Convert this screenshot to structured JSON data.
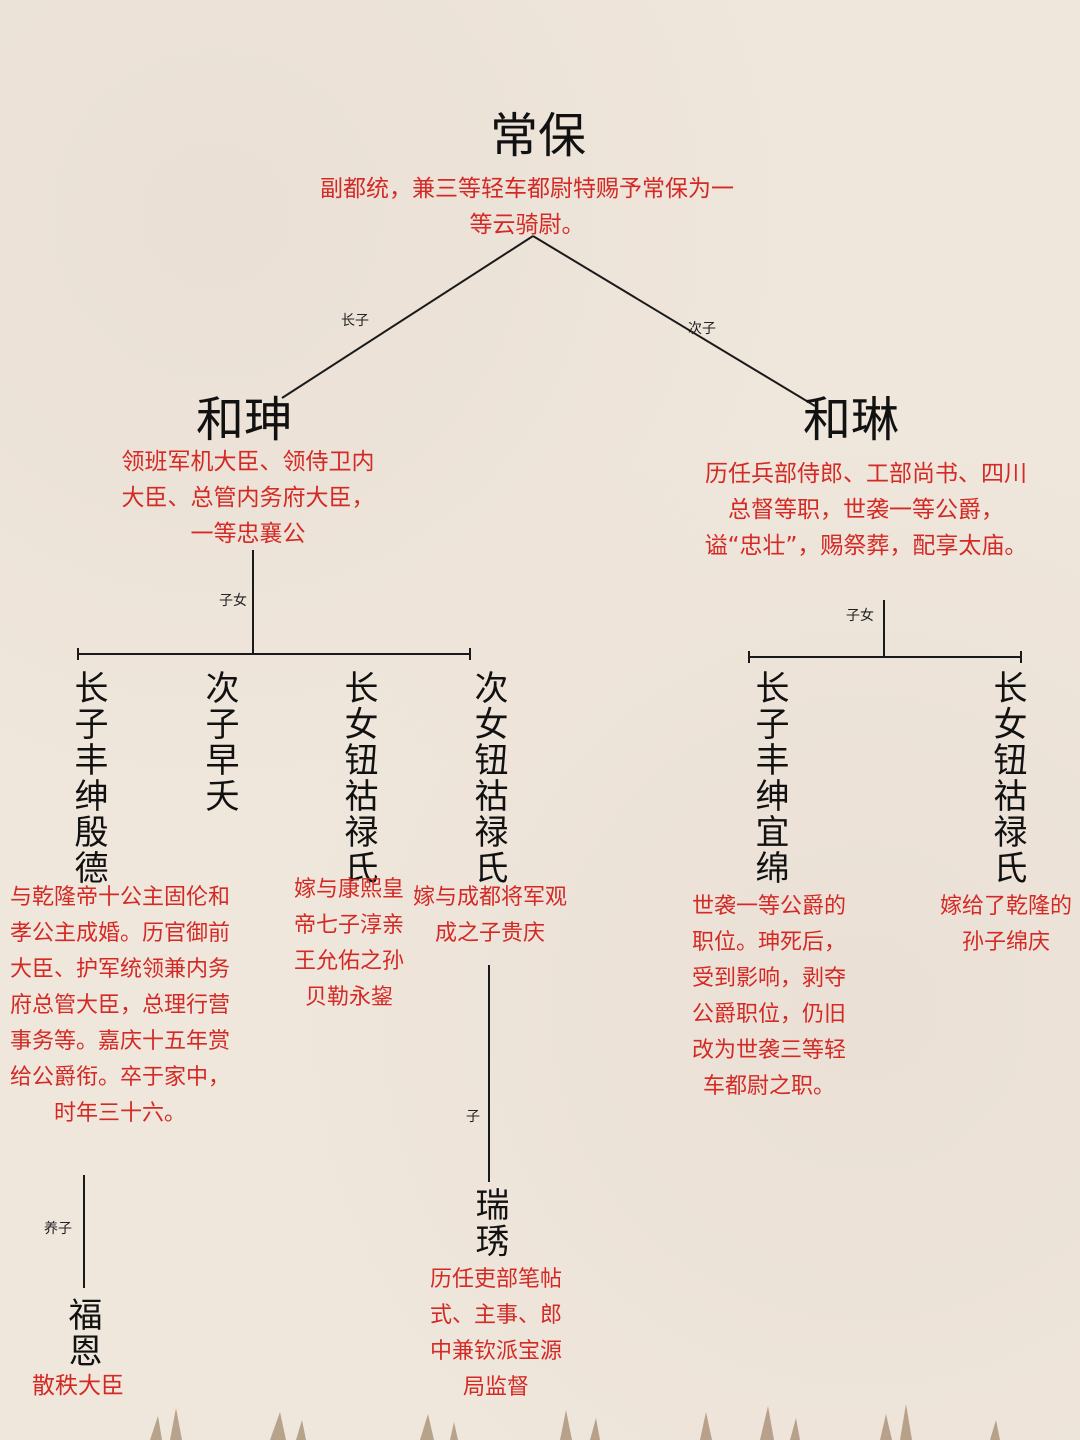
{
  "root": {
    "name": "常保",
    "desc": "副都统，兼三等轻车都尉特赐予常保为一等云骑尉。"
  },
  "he_shen": {
    "name": "和珅",
    "relation": "长子",
    "desc": "领班军机大臣、领侍卫内大臣、总管内务府大臣，一等忠襄公",
    "children_label": "子女",
    "children": [
      {
        "name": "长子丰绅殷德",
        "desc": "与乾隆帝十公主固伦和孝公主成婚。历官御前大臣、护军统领兼内务府总管大臣，总理行营事务等。嘉庆十五年赏给公爵衔。卒于家中，时年三十六。"
      },
      {
        "name": "次子早夭",
        "desc": ""
      },
      {
        "name": "长女钮祜禄氏",
        "desc": "嫁与康熙皇帝七子淳亲王允佑之孙贝勒永鋆"
      },
      {
        "name": "次女钮祜禄氏",
        "desc": "嫁与成都将军观成之子贵庆"
      }
    ],
    "adopted": {
      "relation": "养子",
      "name": "福恩",
      "desc": "散秩大臣"
    },
    "grandson": {
      "relation": "子",
      "name": "瑞琇",
      "desc": "历任吏部笔帖式、主事、郎中兼钦派宝源局监督"
    }
  },
  "he_lin": {
    "name": "和琳",
    "relation": "次子",
    "desc": "历任兵部侍郎、工部尚书、四川总督等职，世袭一等公爵，谥“忠壮”，赐祭葬，配享太庙。",
    "children_label": "子女",
    "children": [
      {
        "name": "长子丰绅宜绵",
        "desc": "世袭一等公爵的职位。珅死后，受到影响，剥夺公爵职位，仍旧改为世袭三等轻车都尉之职。"
      },
      {
        "name": "长女钮祜禄氏",
        "desc": "嫁给了乾隆的孙子绵庆"
      }
    ]
  },
  "colors": {
    "text": "#111111",
    "desc": "#d42a25",
    "line": "#1a1a1a",
    "paper": "#efe6dc"
  }
}
